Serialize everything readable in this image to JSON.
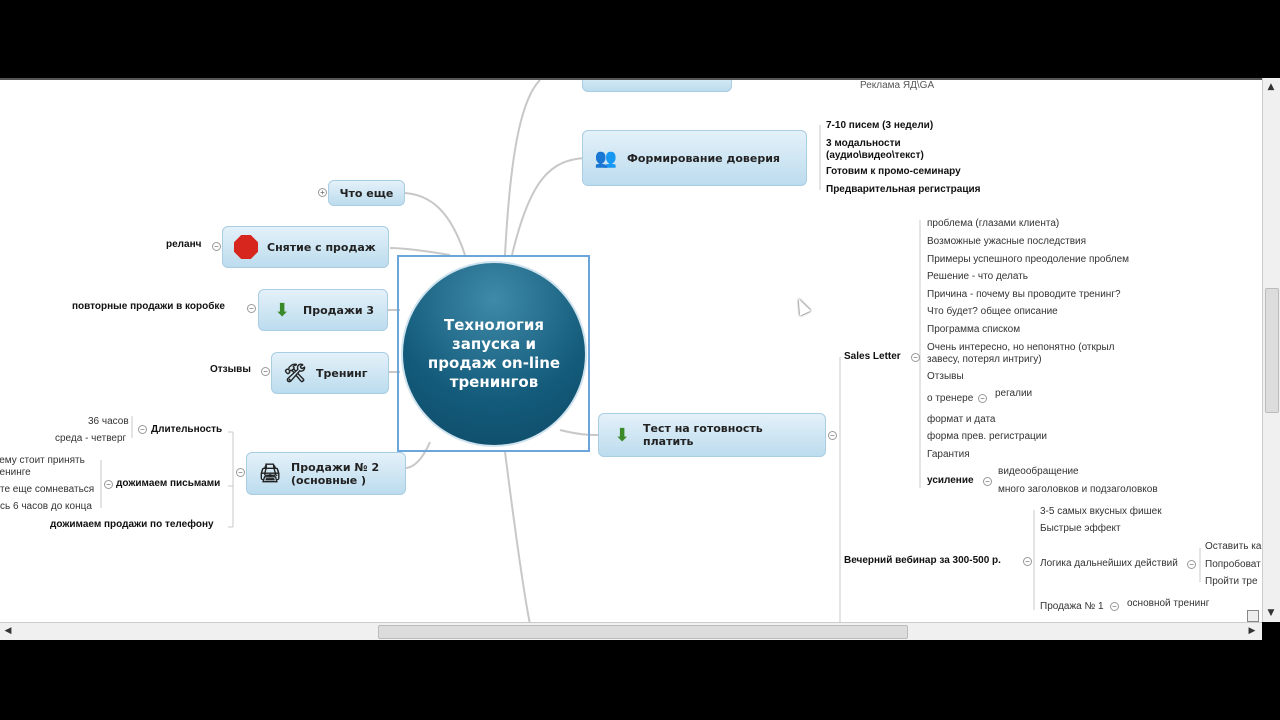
{
  "center": {
    "title": "Технология запуска и продаж on-line тренингов"
  },
  "top_partial": {
    "child": "Реклама ЯД\\GA"
  },
  "trust": {
    "label": "Формирование доверия",
    "icon": "people-icon",
    "children": [
      "7-10 писем (3 недели)",
      "3 модальности (аудио\\видео\\текст)",
      "Готовим к промо-семинару",
      "Предварительная регистрация"
    ]
  },
  "what_else": {
    "label": "Что еще"
  },
  "stop_sales": {
    "label": "Снятие с продаж",
    "icon": "stop-sign-icon",
    "child": "реланч"
  },
  "sales3": {
    "label": "Продажи 3",
    "icon": "download-box-icon",
    "child": "повторные продажи в коробке"
  },
  "training": {
    "label": "Тренинг",
    "icon": "tools-icon",
    "child": "Отзывы"
  },
  "sales2": {
    "label": "Продажи № 2 (основные )",
    "icon": "cash-register-icon",
    "duration": {
      "label": "Длительность",
      "children": [
        "36 часов",
        "среда - четверг"
      ]
    },
    "letters": {
      "label": "дожимаем письмами",
      "children": [
        "чему стоит принять ренинге",
        "те еще сомневаться",
        "сь 6 часов до конца"
      ]
    },
    "phone": "дожимаем продажи по телефону"
  },
  "test": {
    "label": "Тест на готовность платить",
    "icon": "download-box-icon",
    "sales_letter": {
      "label": "Sales Letter",
      "children": [
        "проблема (глазами клиента)",
        "Возможные ужасные последствия",
        "Примеры успешного преодоление проблем",
        "Решение - что делать",
        "Причина - почему вы проводите тренинг?",
        "Что будет? общее описание",
        "Программа списком",
        "Очень интересно, но непонятно (открыл завесу, потерял интригу)",
        "Отзывы"
      ],
      "trainer": {
        "label": "о тренере",
        "child": "регалии"
      },
      "more": [
        "формат и дата",
        "форма прев. регистрации",
        "Гарантия"
      ],
      "boost": {
        "label": "усиление",
        "children": [
          "видеообращение",
          "много заголовков и подзаголовков"
        ]
      }
    },
    "webinar": {
      "label": "Вечерний вебинар за 300-500 р.",
      "children": [
        "3-5 самых вкусных фишек",
        "Быстрые эффект"
      ],
      "logic": {
        "label": "Логика дальнейших действий",
        "children": [
          "Оставить ка",
          "Попробоват",
          "Пройти тре"
        ]
      },
      "sale1": {
        "label": "Продажа № 1",
        "child": "основной тренинг"
      }
    }
  }
}
